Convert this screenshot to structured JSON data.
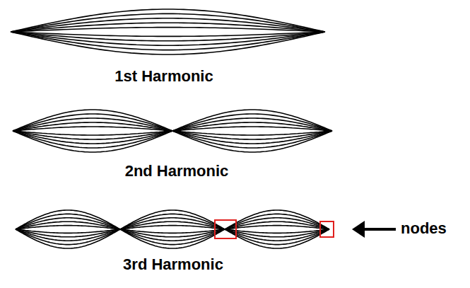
{
  "diagram": {
    "labels": [
      "1st Harmonic",
      "2nd Harmonic",
      "3rd Harmonic",
      "nodes"
    ]
  }
}
